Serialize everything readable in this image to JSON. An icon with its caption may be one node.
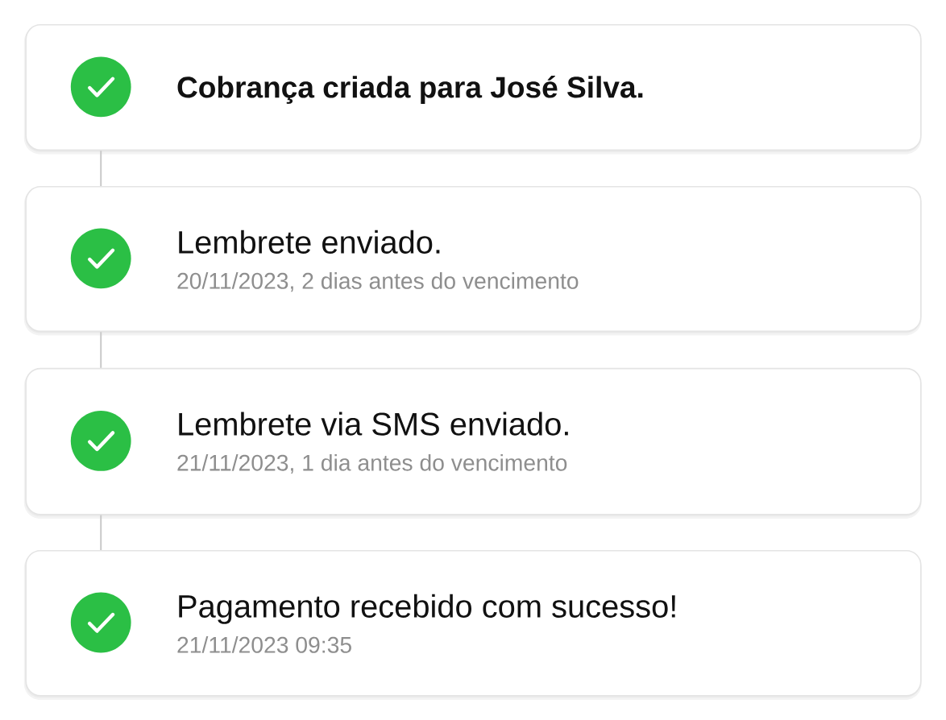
{
  "diagram": {
    "nodes": [
      {
        "text": [
          "Cobrança criada para José Silva."
        ]
      },
      {
        "text": [
          "Lembrete enviado.",
          "20/11/2023, 2 dias antes do vencimento"
        ]
      },
      {
        "text": [
          "Lembrete via SMS enviado.",
          "21/11/2023, 1 dia antes do vencimento"
        ]
      },
      {
        "text": [
          "Pagamento recebido com sucesso!",
          "21/11/2023 09:35"
        ]
      }
    ],
    "edges": [
      {
        "from": 0,
        "to": 1,
        "arrow": "none"
      },
      {
        "from": 1,
        "to": 2,
        "arrow": "none"
      },
      {
        "from": 2,
        "to": 3,
        "arrow": "none"
      }
    ]
  }
}
